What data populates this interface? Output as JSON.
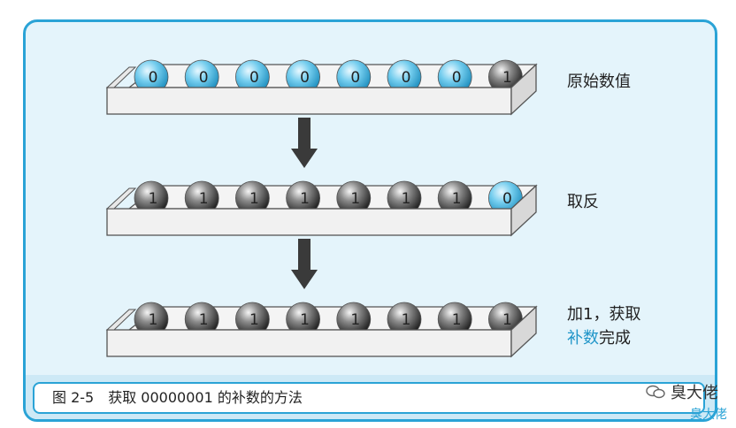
{
  "rows": [
    {
      "bits": [
        "0",
        "0",
        "0",
        "0",
        "0",
        "0",
        "0",
        "1"
      ]
    },
    {
      "bits": [
        "1",
        "1",
        "1",
        "1",
        "1",
        "1",
        "1",
        "0"
      ]
    },
    {
      "bits": [
        "1",
        "1",
        "1",
        "1",
        "1",
        "1",
        "1",
        "1"
      ]
    }
  ],
  "labels": {
    "row1": "原始数值",
    "row2": "取反",
    "row3_line1": "加1，获取",
    "row3_highlight": "补数",
    "row3_rest": "完成"
  },
  "caption": "图 2-5　获取 00000001 的补数的方法",
  "watermark": {
    "main": "臭大佬",
    "sub": "臭大佬"
  },
  "colors": {
    "frame": "#2aa3d6",
    "zero_ball": "#5bc4ea",
    "one_ball": "#3a3a3a",
    "highlight": "#2196c9"
  }
}
